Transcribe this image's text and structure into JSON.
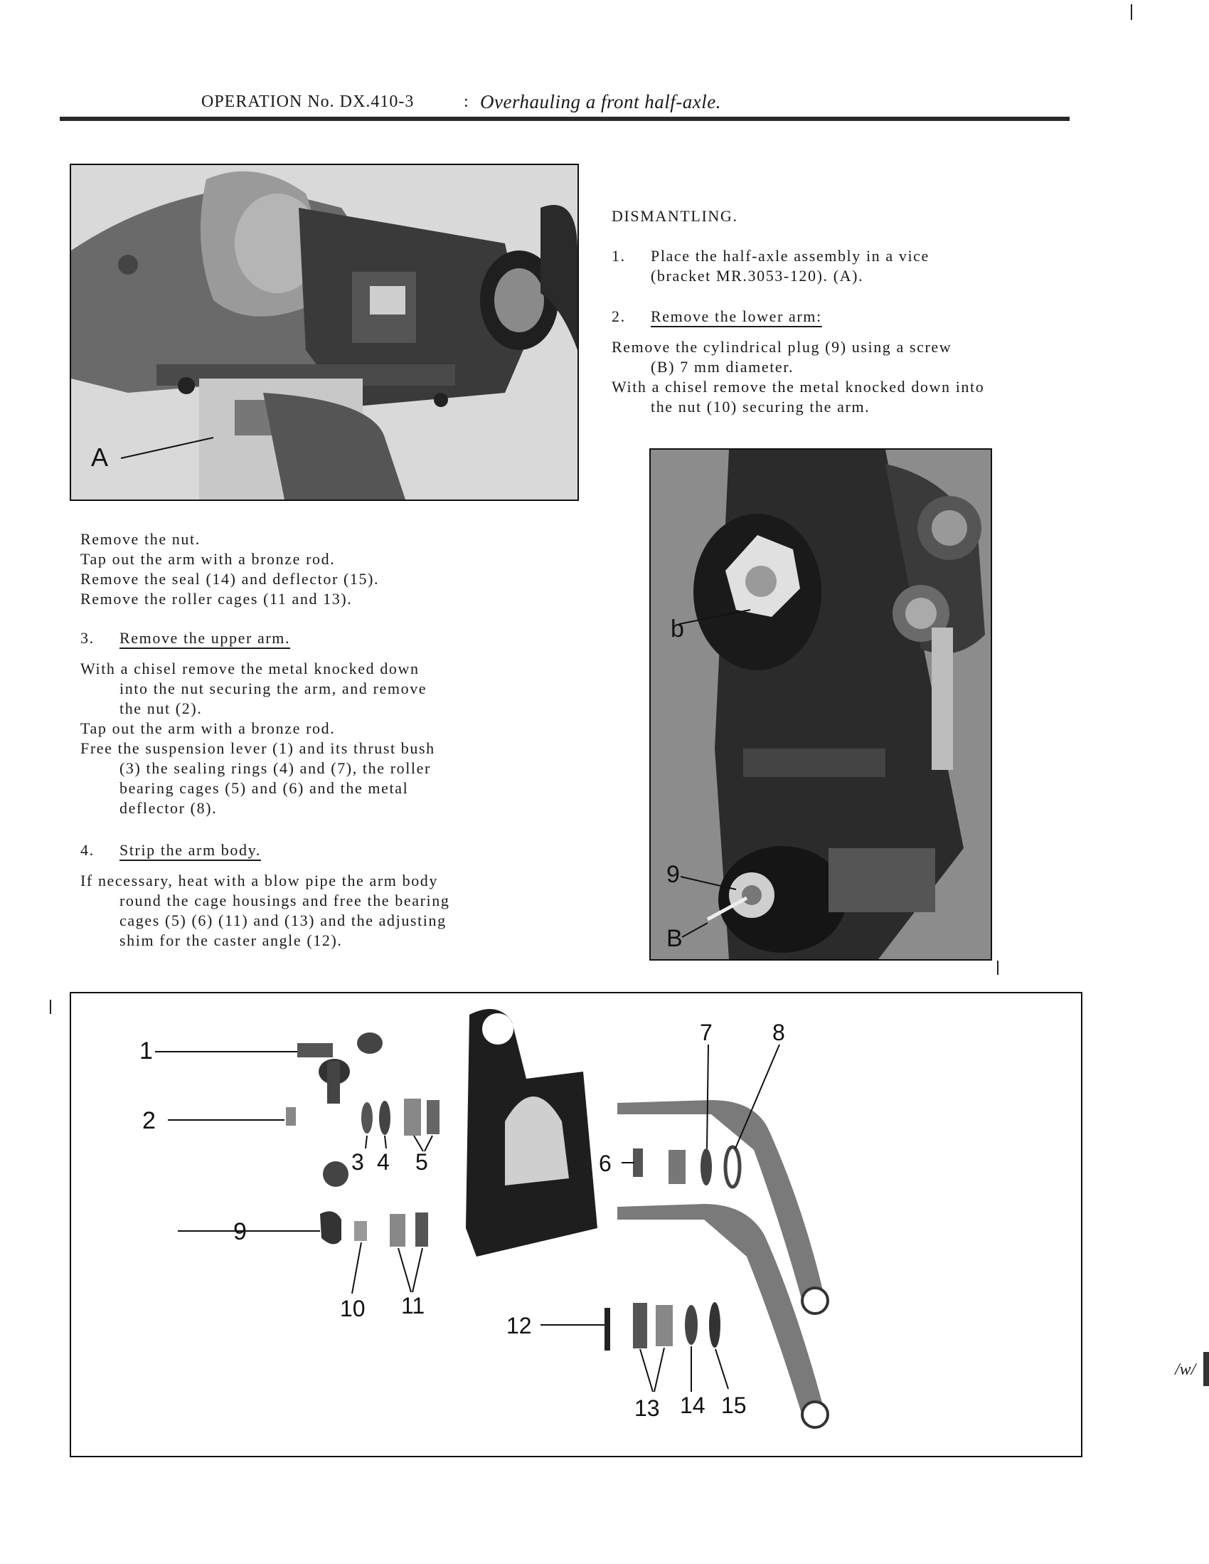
{
  "header": {
    "operation": "OPERATION No. DX.410-3",
    "separator": ":",
    "title": "Overhauling a front half-axle."
  },
  "right_column": {
    "section_title": "DISMANTLING.",
    "step1": {
      "number": "1.",
      "lines": [
        "Place the half-axle assembly in a vice",
        "(bracket MR.3053-120). (A)."
      ]
    },
    "step2": {
      "number": "2.",
      "heading": "Remove the lower arm:"
    },
    "step2_text": [
      "Remove the cylindrical plug (9) using a screw",
      "(B) 7 mm diameter.",
      "With a chisel remove the metal knocked down into",
      "the nut (10) securing the arm."
    ]
  },
  "left_column": {
    "lines_a": [
      "Remove the nut.",
      "Tap out the arm with a bronze rod.",
      "Remove the seal (14) and deflector (15).",
      "Remove the roller cages (11 and 13)."
    ],
    "step3": {
      "number": "3.",
      "heading": "Remove the upper arm."
    },
    "step3_text": [
      "With a chisel remove the metal knocked down",
      "into the nut securing the arm, and remove",
      "the nut (2).",
      "Tap out the arm with a bronze rod.",
      "Free the suspension lever (1) and its thrust bush",
      "(3) the sealing rings (4) and (7), the roller",
      "bearing cages (5) and (6) and the metal",
      "deflector (8)."
    ],
    "step4": {
      "number": "4.",
      "heading": "Strip the arm body."
    },
    "step4_text": [
      "If necessary, heat with a blow pipe the arm body",
      "round the cage housings and free the bearing",
      "cages (5) (6) (11) and (13) and the adjusting",
      "shim for the caster angle (12)."
    ]
  },
  "figures": {
    "fig1_label": "A",
    "fig2_labels": {
      "b": "b",
      "nine": "9",
      "B": "B"
    },
    "fig3_labels": [
      "1",
      "2",
      "3",
      "4",
      "5",
      "6",
      "7",
      "8",
      "9",
      "10",
      "11",
      "12",
      "13",
      "14",
      "15"
    ]
  },
  "margin_marks": {
    "right_note": "/w/"
  }
}
